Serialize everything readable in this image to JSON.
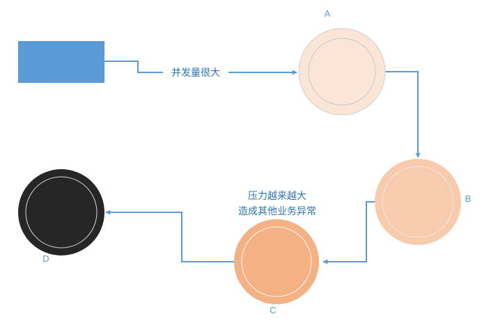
{
  "nodes": {
    "source": {
      "label": "",
      "fill": "#5b9bd5"
    },
    "a": {
      "label": "A",
      "fill": "#fbe5d6",
      "ring": "#c9c9c9"
    },
    "b": {
      "label": "B",
      "fill": "#f8cbad",
      "ring": "#e8e8e8"
    },
    "c": {
      "label": "C",
      "fill": "#f4b183",
      "ring": "#f6f6f6"
    },
    "d": {
      "label": "D",
      "fill": "#262626",
      "ring": "#d9d9d9"
    }
  },
  "edges": {
    "source_to_a": {
      "label": "并发量很大"
    },
    "c_to_d": {
      "label_line1": "压力越来越大",
      "label_line2": "造成其他业务异常"
    }
  },
  "colors": {
    "connector": "#5b9bd5",
    "label_text": "#2e75b6"
  }
}
